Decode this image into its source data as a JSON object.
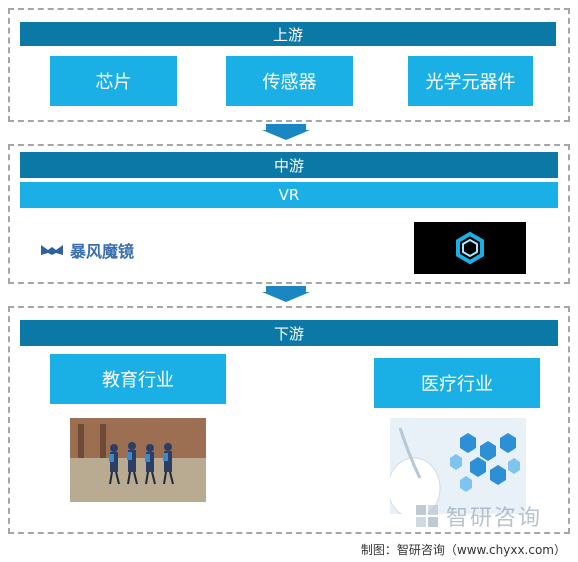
{
  "upstream": {
    "title": "上游",
    "items": [
      "芯片",
      "传感器",
      "光学元器件"
    ]
  },
  "midstream": {
    "title": "中游",
    "subtitle": "VR",
    "logo_text": "暴风魔镜"
  },
  "downstream": {
    "title": "下游",
    "items": [
      "教育行业",
      "医疗行业"
    ]
  },
  "watermark": "智研咨询",
  "caption": "制图：智研咨询（www.chyxx.com）",
  "colors": {
    "dark_blue": "#0b78a6",
    "light_blue": "#1ab0e6",
    "border": "#a6a6a6"
  }
}
